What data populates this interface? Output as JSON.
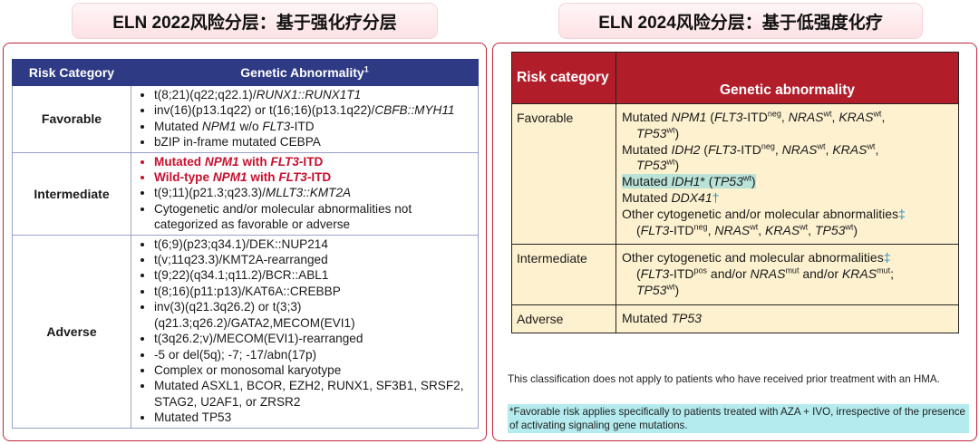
{
  "left_title": "ELN 2022风险分层：基于强化疗分层",
  "right_title": "ELN 2024风险分层：基于低强度化疗",
  "eln2022": {
    "headers": {
      "category": "Risk Category",
      "abnormality": "Genetic Abnormality",
      "abnormality_sup": "1"
    },
    "favorable": {
      "label": "Favorable",
      "i1a": "t(8;21)(q22;q22.1)/",
      "i1b": "RUNX1::RUNX1T1",
      "i2a": "inv(16)(p13.1q22) or t(16;16)(p13.1q22)/",
      "i2b": "CBFB::MYH11",
      "i3a": "Mutated ",
      "i3b": "NPM1",
      "i3c": " w/o ",
      "i3d": "FLT3",
      "i3e": "-ITD",
      "i4": "bZIP in-frame mutated CEBPA"
    },
    "intermediate": {
      "label": "Intermediate",
      "i1a": "Mutated ",
      "i1b": "NPM1",
      "i1c": " with ",
      "i1d": "FLT3",
      "i1e": "-ITD",
      "i2a": "Wild-type ",
      "i2b": "NPM1",
      "i2c": " with ",
      "i2d": "FLT3",
      "i2e": "-ITD",
      "i3a": "t(9;11)(p21.3;q23.3)/",
      "i3b": "MLLT3::KMT2A",
      "i4": "Cytogenetic and/or molecular abnormalities not categorized as favorable or adverse"
    },
    "adverse": {
      "label": "Adverse",
      "items": [
        "t(6;9)(p23;q34.1)/DEK::NUP214",
        "t(v;11q23.3)/KMT2A-rearranged",
        "t(9;22)(q34.1;q11.2)/BCR::ABL1",
        "t(8;16)(p11:p13)/KAT6A::CREBBP",
        "inv(3)(q21.3q26.2) or t(3;3)(q21.3;q26.2)/GATA2,MECOM(EVI1)",
        "t(3q26.2;v)/MECOM(EVI1)-rearranged",
        "-5 or del(5q); -7; -17/abn(17p)",
        "Complex or monosomal karyotype",
        "Mutated ASXL1, BCOR, EZH2, RUNX1, SF3B1, SRSF2, STAG2, U2AF1, or ZRSR2",
        "Mutated TP53"
      ]
    }
  },
  "eln2024": {
    "headers": {
      "category": "Risk category",
      "abnormality": "Genetic abnormality"
    },
    "sup": {
      "neg": "neg",
      "wt": "wt",
      "pos": "pos",
      "mut": "mut"
    },
    "favorable": {
      "label": "Favorable",
      "npm1": "NPM1",
      "idh2": "IDH2",
      "idh1": "IDH1",
      "ddx41": "DDX41",
      "flt3": "FLT3",
      "nras": "NRAS",
      "kras": "KRAS",
      "tp53": "TP53",
      "mutated": "Mutated ",
      "itd": "-ITD",
      "star": "*",
      "dagger": "†",
      "ddagger": "‡",
      "other": "Other cytogenetic and/or molecular abnormalities"
    },
    "intermediate": {
      "label": "Intermediate",
      "other": "Other cytogenetic and molecular abnormalities",
      "andor": " and/or "
    },
    "adverse": {
      "label": "Adverse",
      "text": "Mutated ",
      "gene": "TP53"
    },
    "note1": "This classification does not apply to patients who have received prior treatment with an HMA.",
    "note2": "*Favorable risk applies specifically to patients treated with AZA + IVO, irrespective of the presence of activating signaling gene mutations."
  }
}
